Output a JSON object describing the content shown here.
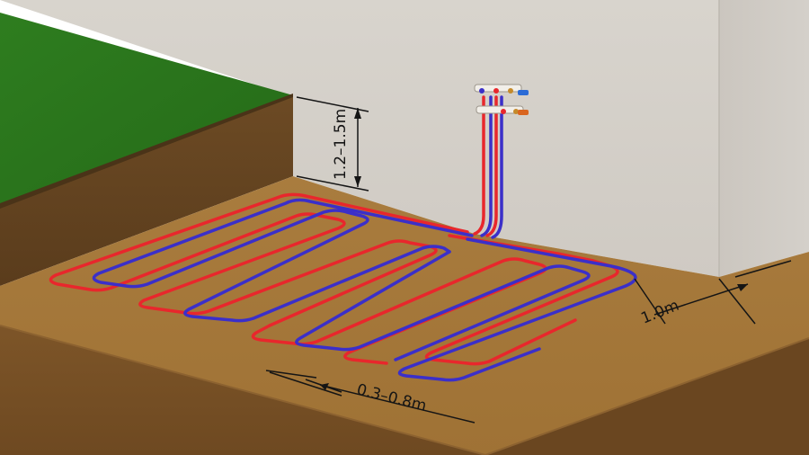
{
  "dimensions": {
    "depth_label": "1.2–1.5m",
    "edge_distance_label": "1.0m",
    "spacing_label": "0.3–0.8m"
  },
  "colors": {
    "flow_pipe": "#e8272c",
    "return_pipe": "#3b2fc9",
    "grass": "#2f7a1e",
    "soil_surface": "#a87a3c",
    "soil_side": "#7a5328",
    "wall": "#d9d5cf"
  },
  "icons": {
    "manifold": "manifold-icon"
  }
}
